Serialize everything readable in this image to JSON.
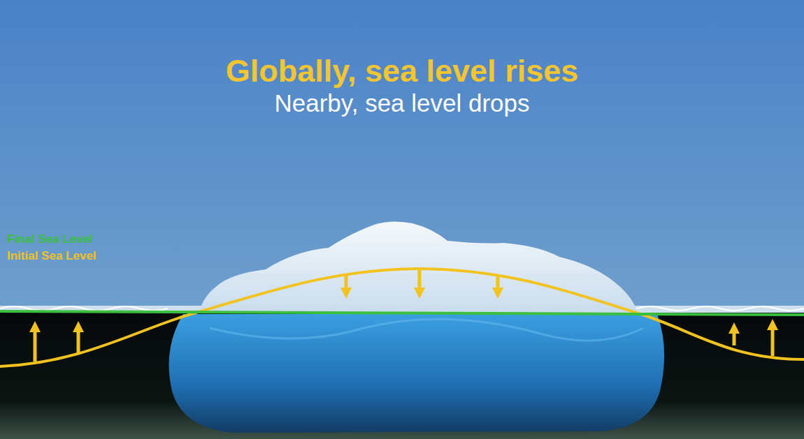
{
  "diagram": {
    "title": "Globally, sea level rises",
    "labels": [
      "Nearby, sea level drops"
    ],
    "legend": [
      {
        "text": "Final Sea Level",
        "color": "#3bbf3f"
      },
      {
        "text": "Initial Sea Level",
        "color": "#f2c21f"
      }
    ]
  }
}
